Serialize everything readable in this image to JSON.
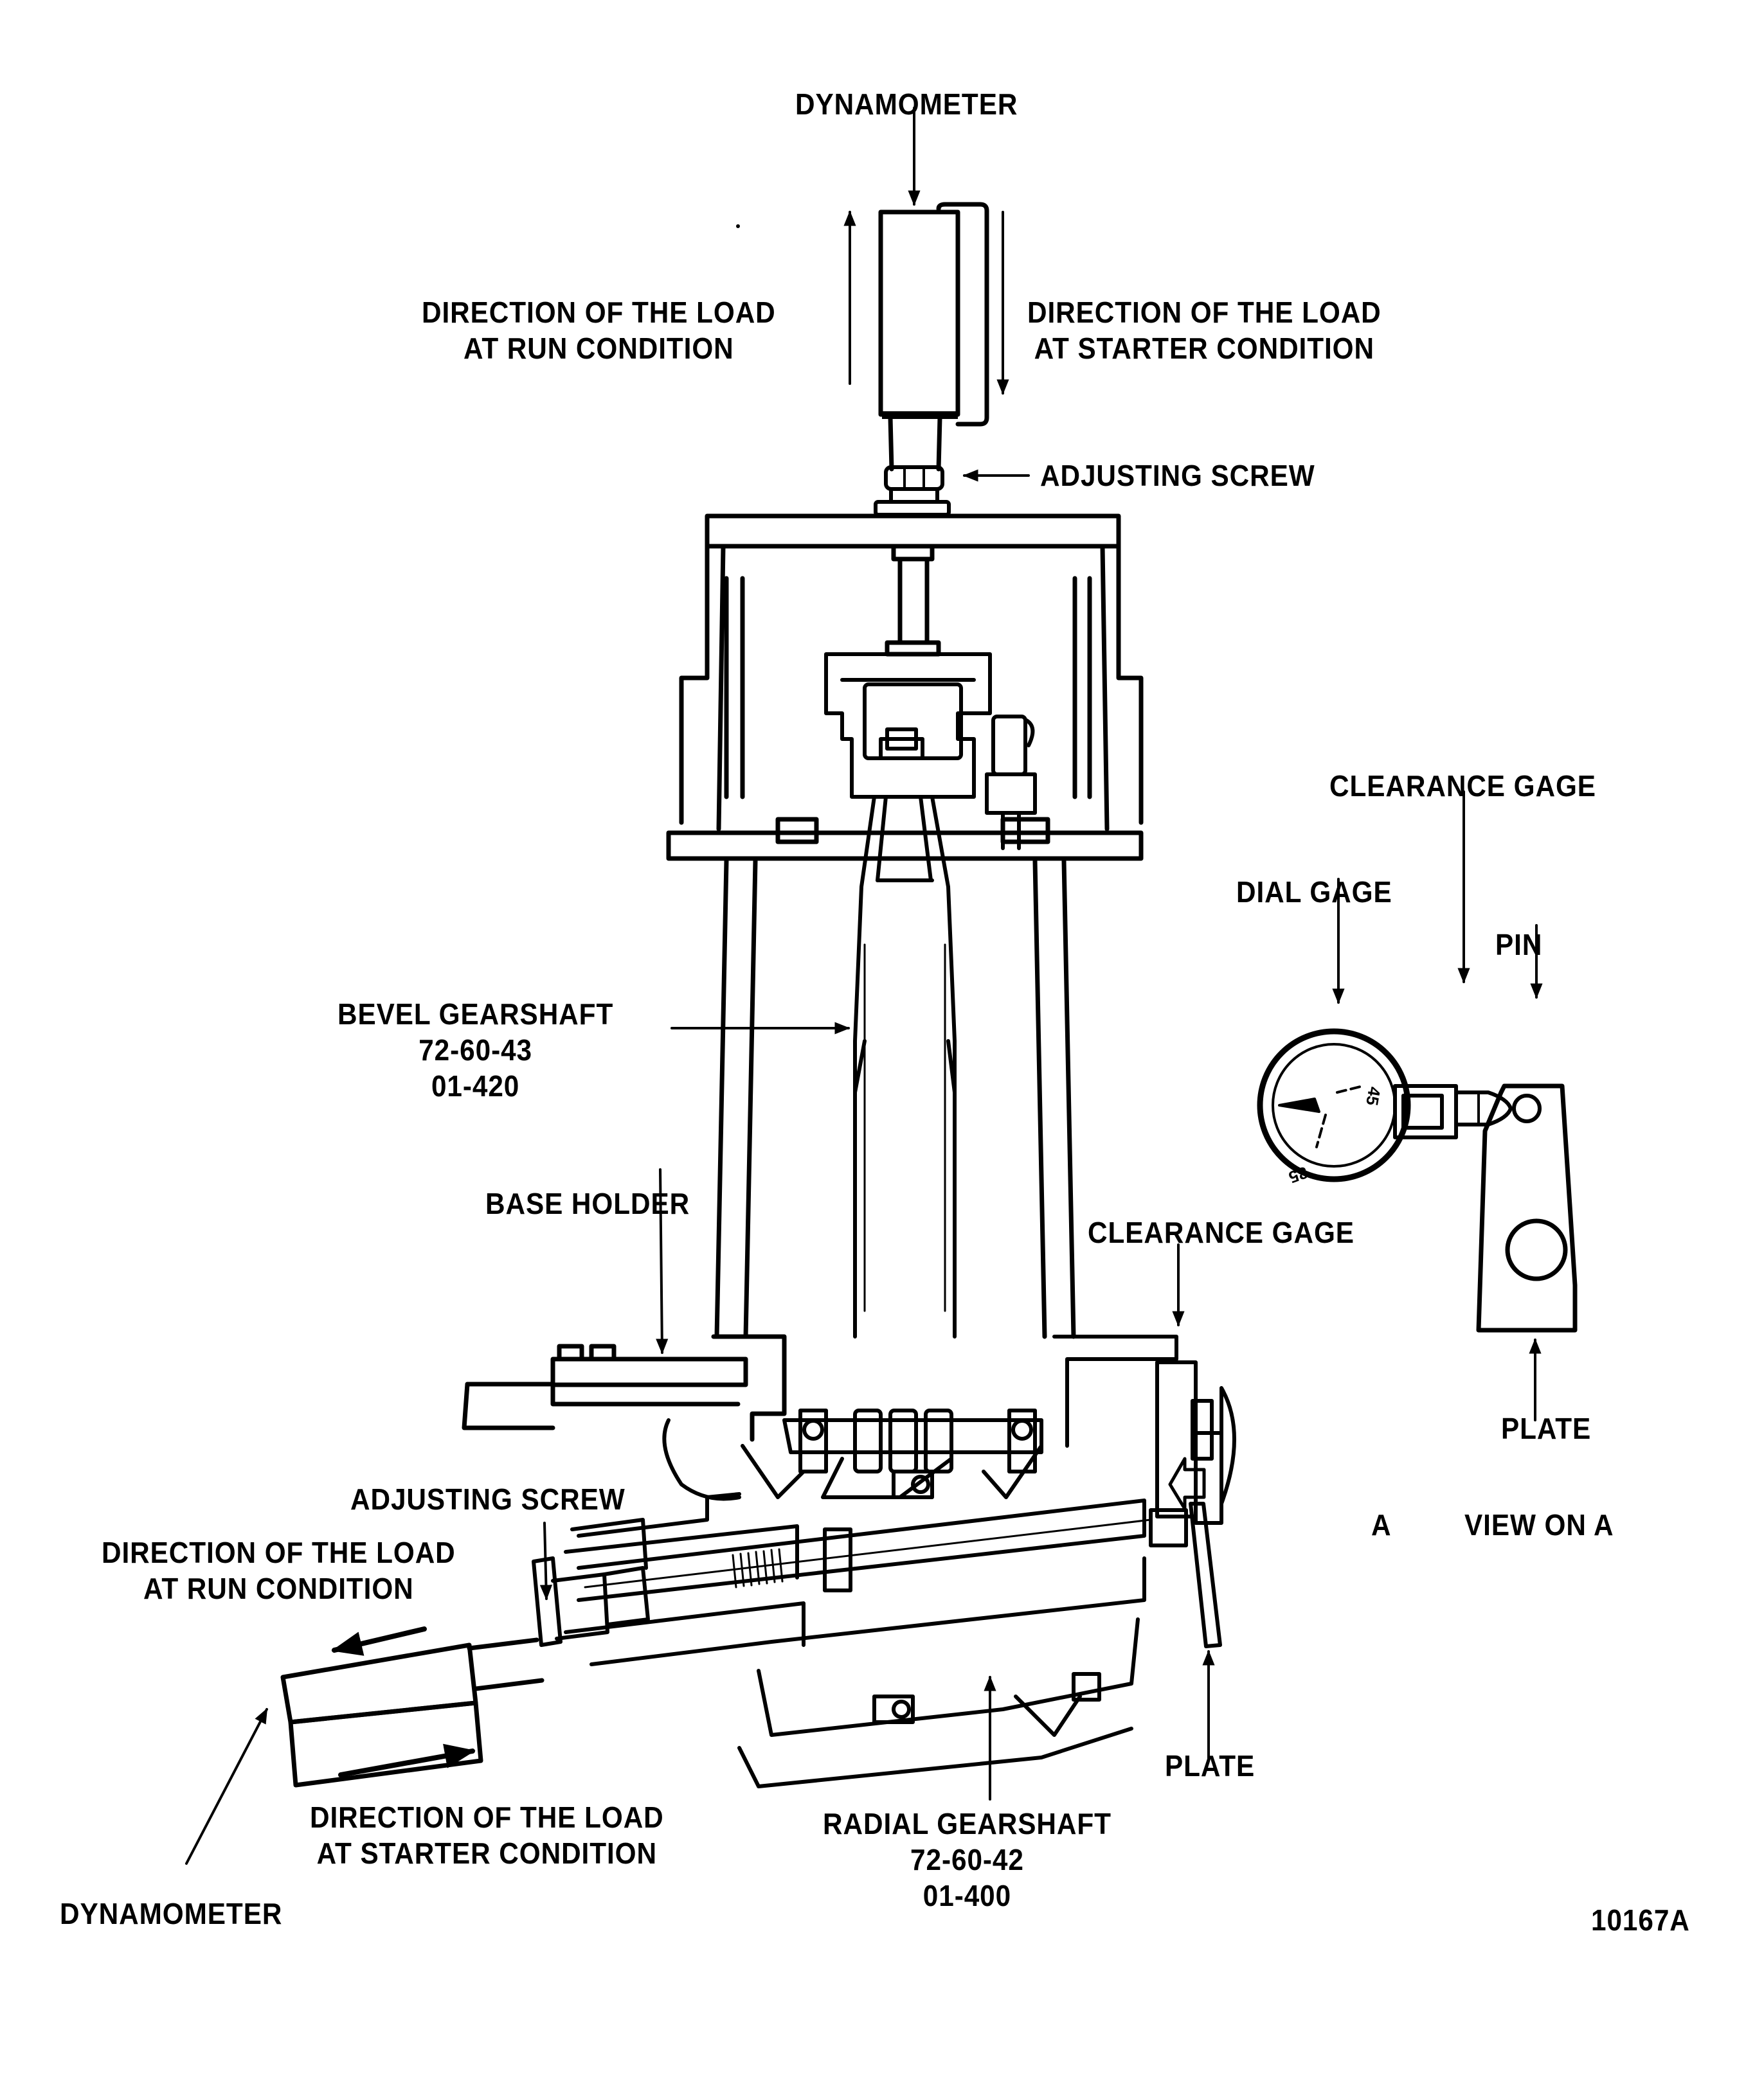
{
  "figure_id": "10167A",
  "labels": {
    "top_dynamometer": "DYNAMOMETER",
    "top_run_direction": [
      "DIRECTION OF THE LOAD",
      "AT RUN CONDITION"
    ],
    "top_starter_direction": [
      "DIRECTION OF THE LOAD",
      "AT STARTER CONDITION"
    ],
    "top_adjusting_screw": "ADJUSTING SCREW",
    "bevel_gearshaft": [
      "BEVEL GEARSHAFT",
      "72-60-43",
      "01-420"
    ],
    "base_holder": "BASE HOLDER",
    "clearance_gage_main": "CLEARANCE GAGE",
    "clearance_gage_view": "CLEARANCE GAGE",
    "dial_gage": "DIAL GAGE",
    "pin": "PIN",
    "plate_view": "PLATE",
    "view_on_a": "VIEW ON A",
    "view_arrow_letter": "A",
    "bottom_adjusting_screw": "ADJUSTING SCREW",
    "bottom_run_direction": [
      "DIRECTION OF THE LOAD",
      "AT RUN CONDITION"
    ],
    "bottom_starter_direction": [
      "DIRECTION OF THE LOAD",
      "AT STARTER CONDITION"
    ],
    "bottom_dynamometer": "DYNAMOMETER",
    "plate_main": "PLATE",
    "radial_gearshaft": [
      "RADIAL GEARSHAFT",
      "72-60-42",
      "01-400"
    ]
  },
  "dial": {
    "scale_marks": [
      "45",
      "85"
    ]
  }
}
